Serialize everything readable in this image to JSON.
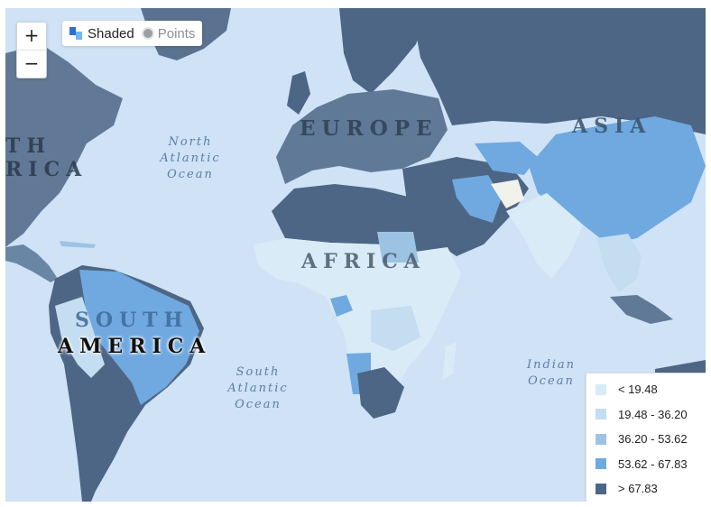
{
  "controls": {
    "zoom_in": "+",
    "zoom_out": "−",
    "shaded_label": "Shaded",
    "points_label": "Points"
  },
  "labels": {
    "europe": "EUROPE",
    "asia": "ASIA",
    "africa": "AFRICA",
    "south": "SOUTH",
    "america": "AMERICA",
    "north_america_fragment_1": "TH",
    "north_america_fragment_2": "RICA",
    "north_atlantic": "North\nAtlantic\nOcean",
    "south_atlantic": "South\nAtlantic\nOcean",
    "indian": "Indian\nOcean"
  },
  "legend": [
    {
      "label": "< 19.48",
      "color": "#d9ebf7"
    },
    {
      "label": "19.48 - 36.20",
      "color": "#c4ddf0"
    },
    {
      "label": "36.20 - 53.62",
      "color": "#9cc3e4"
    },
    {
      "label": "53.62 - 67.83",
      "color": "#6fa9e0"
    },
    {
      "label": "> 67.83",
      "color": "#4d6685"
    }
  ],
  "colors": {
    "ocean": "#cfe2f6",
    "class_1": "#d9ebf7",
    "class_2": "#c4ddf0",
    "class_3": "#9cc3e4",
    "class_4": "#6fa9e0",
    "class_5": "#4d6685"
  }
}
